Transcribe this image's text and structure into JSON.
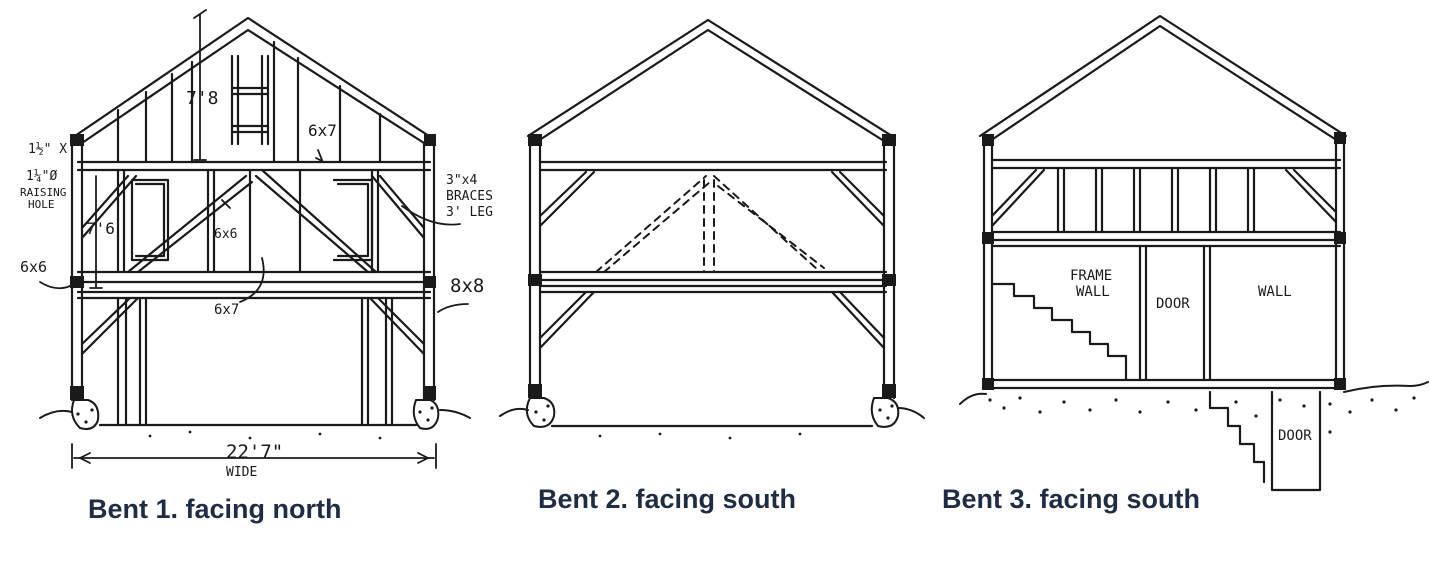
{
  "panels": [
    {
      "caption": "Bent 1. facing north",
      "annotations": {
        "gable_height": "7'8",
        "top_plate": "6x7",
        "raising_hole_1": "1½\" X",
        "raising_hole_2": "1¼\"Ø",
        "raising_hole_3": "RAISING",
        "raising_hole_4": "HOLE",
        "wall_height": "7'6",
        "post_size_left": "6x6",
        "brace_size_mid": "6x6",
        "braces_1": "3\"x4",
        "braces_2": "BRACES",
        "braces_3": "3' LEG",
        "girt_size": "6x7",
        "post_size_right": "8x8",
        "width_1": "22'7\"",
        "width_2": "WIDE"
      }
    },
    {
      "caption": "Bent 2. facing south"
    },
    {
      "caption": "Bent 3. facing south",
      "annotations": {
        "frame_1": "FRAME",
        "frame_2": "WALL",
        "door_upper": "DOOR",
        "wall": "WALL",
        "door_lower": "DOOR"
      }
    }
  ]
}
